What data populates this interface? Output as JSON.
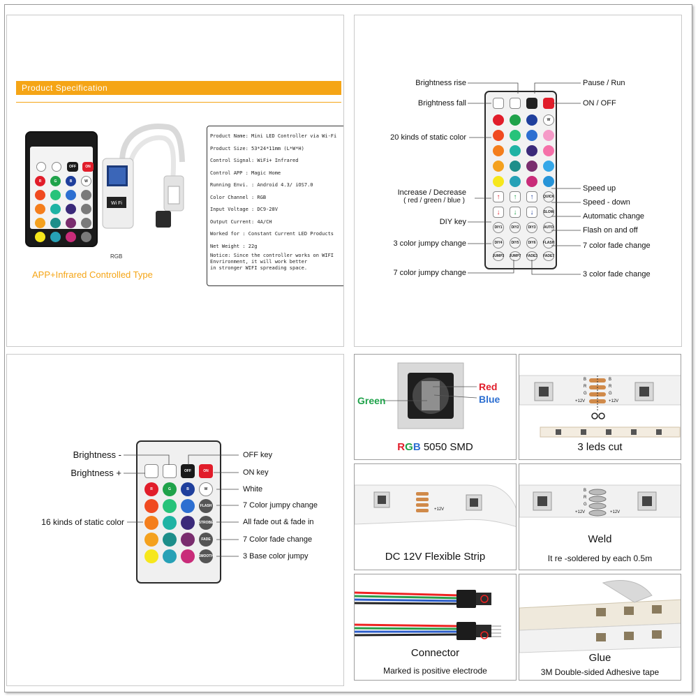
{
  "spec_panel": {
    "header": "Product Specification",
    "remote_caption": "RGB",
    "type_caption": "APP+Infrared Controlled Type",
    "controller_label": "Wi Fi",
    "specs": [
      "Product   Name: Mini LED Controller via Wi-Fi",
      "Product   Size: 53*24*11mm (L*W*H)",
      "Control Signal:  WiFi+ Infrared",
      "Control  APP  : Magic Home",
      "Running Envi. : Android 4.3/ iOS7.0",
      "Color Channel : RGB",
      "Input Voltage : DC9-28V",
      "Output Current: 4A/CH",
      "Worked   for  : Constant Current LED Products",
      "Net    Weight :  22g",
      "Notice: Since the controller works on WIFI",
      "        Envrironment, it will work better",
      "        in stronger WIFI spreading space."
    ]
  },
  "remote44": {
    "labels_left": [
      "Brightness rise",
      "Brightness fall",
      "20 kinds of static color",
      "Increase / Decrease",
      "( red / green / blue )",
      "DIY key",
      "3 color jumpy change",
      "7 color jumpy change"
    ],
    "labels_right": [
      "Pause / Run",
      "ON / OFF",
      "Speed up",
      "Speed - down",
      "Automatic change",
      "Flash on and off",
      "7 color fade change",
      "3 color fade change"
    ],
    "keys": [
      "W",
      "QUICK",
      "SLOW",
      "AUTO",
      "FLASH",
      "DIY1",
      "DIY2",
      "DIY3",
      "DIY4",
      "DIY5",
      "DIY6",
      "JUMP3",
      "JUMP7",
      "FADE3",
      "FADE7"
    ]
  },
  "remote24": {
    "labels_left": [
      "Brightness -",
      "Brightness +",
      "16 kinds of static color"
    ],
    "labels_right": [
      "OFF key",
      "ON key",
      "White",
      "7 Color jumpy change",
      "All fade out & fade in",
      "7 Color  fade change",
      "3 Base color jumpy"
    ],
    "keys": [
      "OFF",
      "ON",
      "R",
      "G",
      "B",
      "W",
      "FLASH",
      "STROBE",
      "FADE",
      "SMOOTH"
    ]
  },
  "tiles": {
    "smd": {
      "rgb_r": "R",
      "rgb_g": "G",
      "rgb_b": "B",
      "rest": " 5050 SMD",
      "green": "Green",
      "red": "Red",
      "blue": "Blue"
    },
    "cut": {
      "caption": "3 leds cut"
    },
    "strip": {
      "caption": "DC 12V Flexible Strip"
    },
    "weld": {
      "caption": "Weld",
      "sub": "It re -soldered by each 0.5m"
    },
    "connector": {
      "caption": "Connector",
      "sub": "Marked is positive electrode"
    },
    "glue": {
      "caption": "Glue",
      "sub": "3M Double-sided Adhesive tape"
    },
    "pad_labels": [
      "B",
      "R",
      "G",
      "+12V"
    ]
  },
  "colors": {
    "accent": "#f5a516",
    "remote_grid": [
      "#e11d2a",
      "#1fa24a",
      "#1f3f9c",
      "#ffffff",
      "#f04a20",
      "#27c37a",
      "#2d6fd1",
      "#f59ac7",
      "#f47e1c",
      "#1fb3a4",
      "#3b2a7a",
      "#f570a8",
      "#f4a11e",
      "#1d8e8a",
      "#7a2d6e",
      "#35a7e8",
      "#f6e71c",
      "#27a1b6",
      "#c92c79",
      "#2794d8"
    ]
  }
}
